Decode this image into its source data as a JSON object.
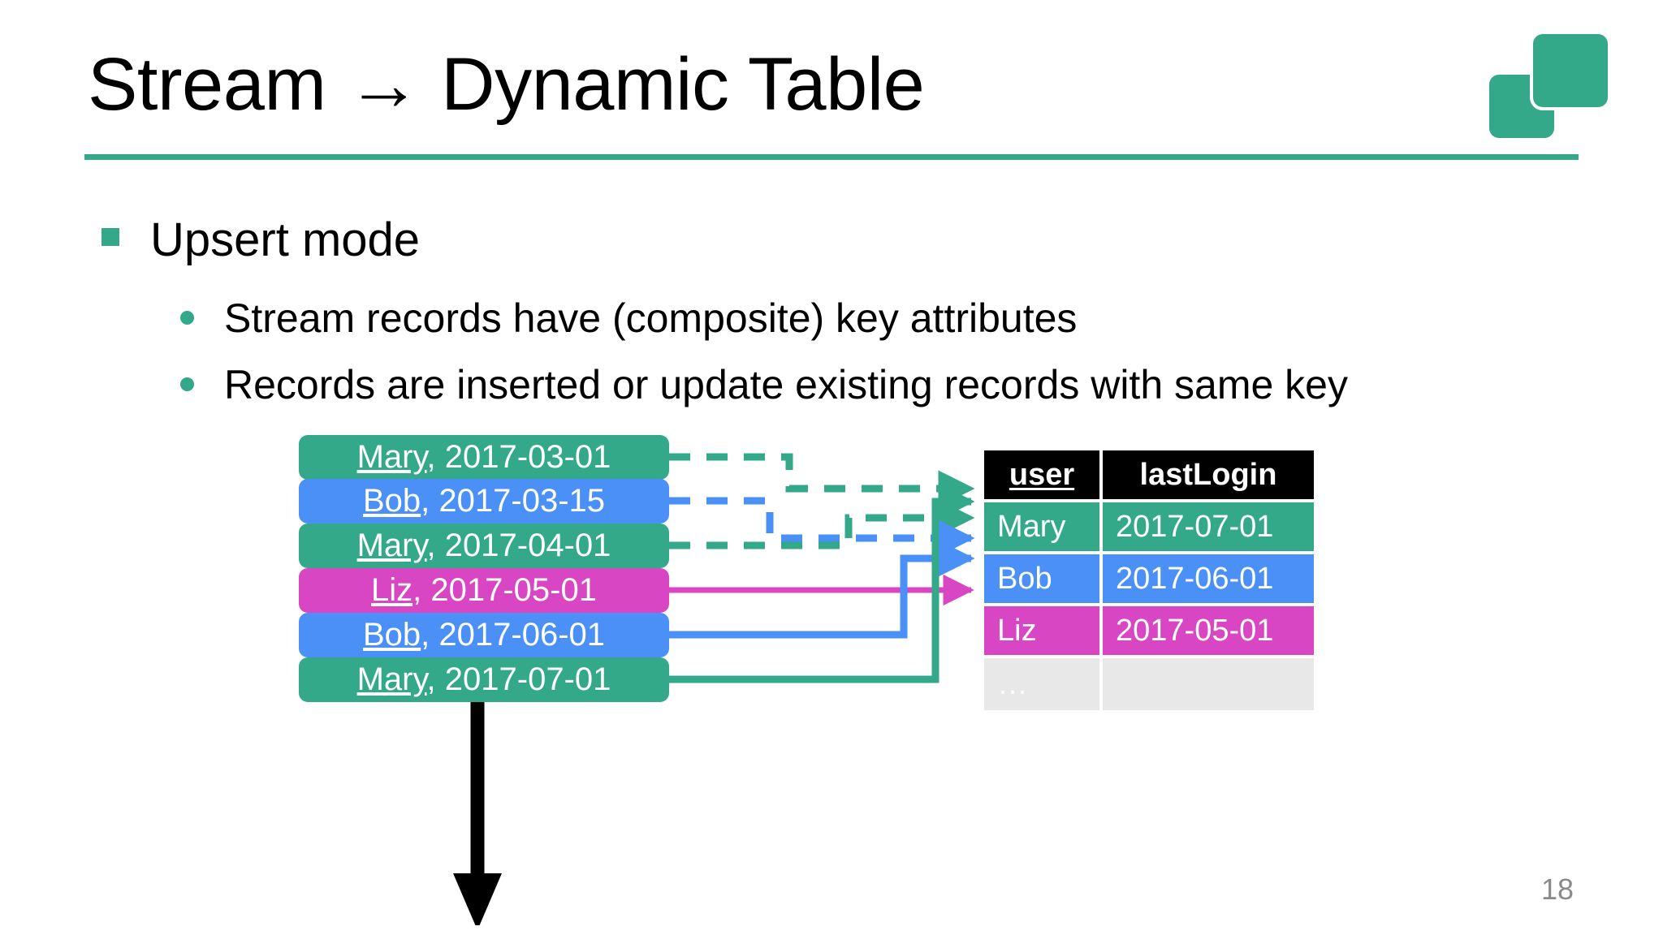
{
  "slide": {
    "title": "Stream → Dynamic Table",
    "page_number": "18",
    "accent_color": "#33A98A",
    "logo_name": "two-squares-logo"
  },
  "bullets": {
    "level1": {
      "text": "Upsert mode",
      "marker": "square-bullet"
    },
    "level2": [
      {
        "text": "Stream records have (composite) key attributes",
        "marker": "dot-bullet"
      },
      {
        "text": "Records are inserted or update existing records with same key",
        "marker": "dot-bullet"
      }
    ]
  },
  "diagram": {
    "timeline_name": "stream-timeline-arrow",
    "colors": {
      "teal": "#33A98A",
      "blue": "#4A90F7",
      "magenta": "#D846C4",
      "black": "#000000",
      "gray": "#E8E8E8"
    },
    "stream_records": [
      {
        "key": "Mary",
        "sep": ", ",
        "value": "2017-03-01",
        "color": "teal",
        "style": "dashed"
      },
      {
        "key": "Bob",
        "sep": ", ",
        "value": "2017-03-15",
        "color": "blue",
        "style": "dashed"
      },
      {
        "key": "Mary",
        "sep": ", ",
        "value": "2017-04-01",
        "color": "teal",
        "style": "dashed"
      },
      {
        "key": "Liz",
        "sep": ", ",
        "value": "2017-05-01",
        "color": "magenta",
        "style": "solid"
      },
      {
        "key": "Bob",
        "sep": ", ",
        "value": "2017-06-01",
        "color": "blue",
        "style": "solid"
      },
      {
        "key": "Mary",
        "sep": ", ",
        "value": "2017-07-01",
        "color": "teal",
        "style": "solid"
      }
    ]
  },
  "table": {
    "name": "dynamic-table",
    "columns": [
      {
        "label": "user",
        "underlined": true
      },
      {
        "label": "lastLogin",
        "underlined": false
      }
    ],
    "rows": [
      {
        "user": "Mary",
        "lastLogin": "2017-07-01",
        "color": "teal"
      },
      {
        "user": "Bob",
        "lastLogin": "2017-06-01",
        "color": "blue"
      },
      {
        "user": "Liz",
        "lastLogin": "2017-05-01",
        "color": "magenta"
      },
      {
        "user": "…",
        "lastLogin": "",
        "color": "gray"
      }
    ]
  }
}
